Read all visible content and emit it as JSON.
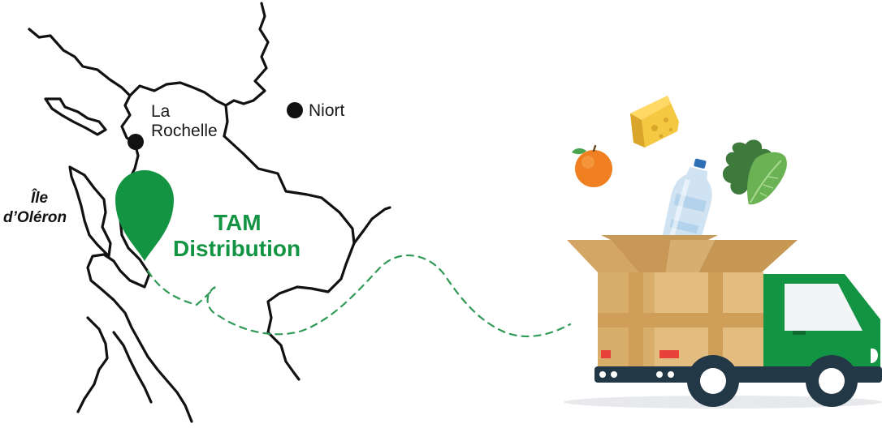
{
  "cities": {
    "la_rochelle_line1": "La",
    "la_rochelle_line2": "Rochelle",
    "niort": "Niort"
  },
  "island": {
    "line1": "Île",
    "line2": "d’Oléron"
  },
  "brand": {
    "line1": "TAM",
    "line2": "Distribution",
    "color": "#129443"
  },
  "colors": {
    "map_lines": "#111111",
    "route": "#2f9a55",
    "truck_green": "#129443",
    "truck_dark": "#233847",
    "box": "#e3bd7f"
  },
  "icons": [
    "location-pin-icon",
    "city-dot-icon",
    "orange-icon",
    "cheese-icon",
    "water-bottle-icon",
    "lettuce-icon",
    "delivery-truck-icon"
  ]
}
